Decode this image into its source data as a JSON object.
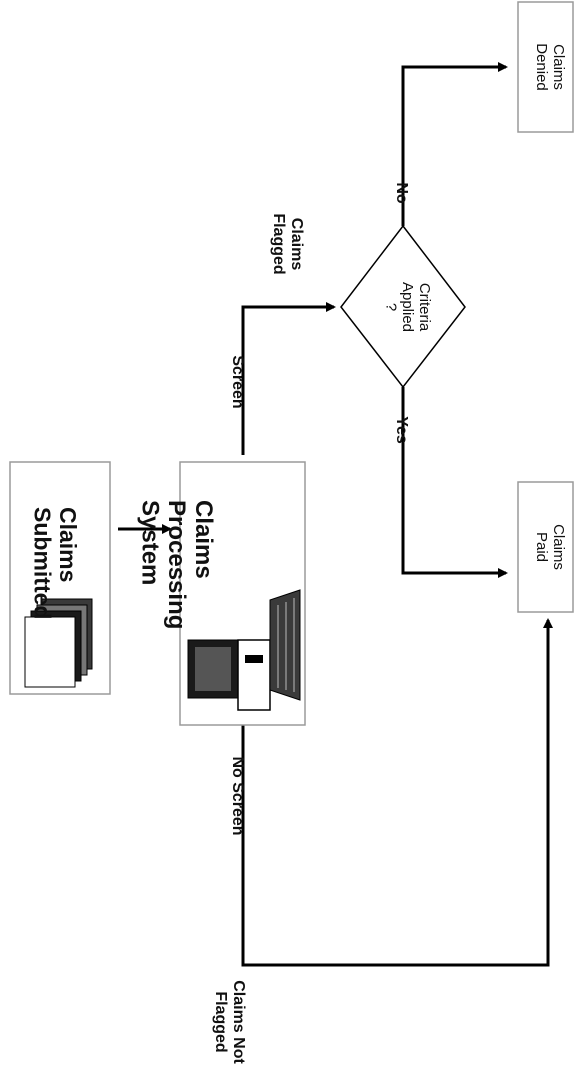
{
  "nodes": {
    "submitted": "Claims\nSubmitted",
    "processing": "Claims\nProcessing\nSystem",
    "decision": "Criteria\nApplied\n?",
    "paid": "Claims\nPaid",
    "denied": "Claims\nDenied"
  },
  "edges": {
    "screen": "Screen",
    "no_screen": "No Screen",
    "flagged": "Claims\nFlagged",
    "not_flagged": "Claims Not\nFlagged",
    "yes": "Yes",
    "no": "No"
  },
  "icons": {
    "documents": "stacked-documents-icon",
    "computer": "desktop-computer-icon"
  }
}
